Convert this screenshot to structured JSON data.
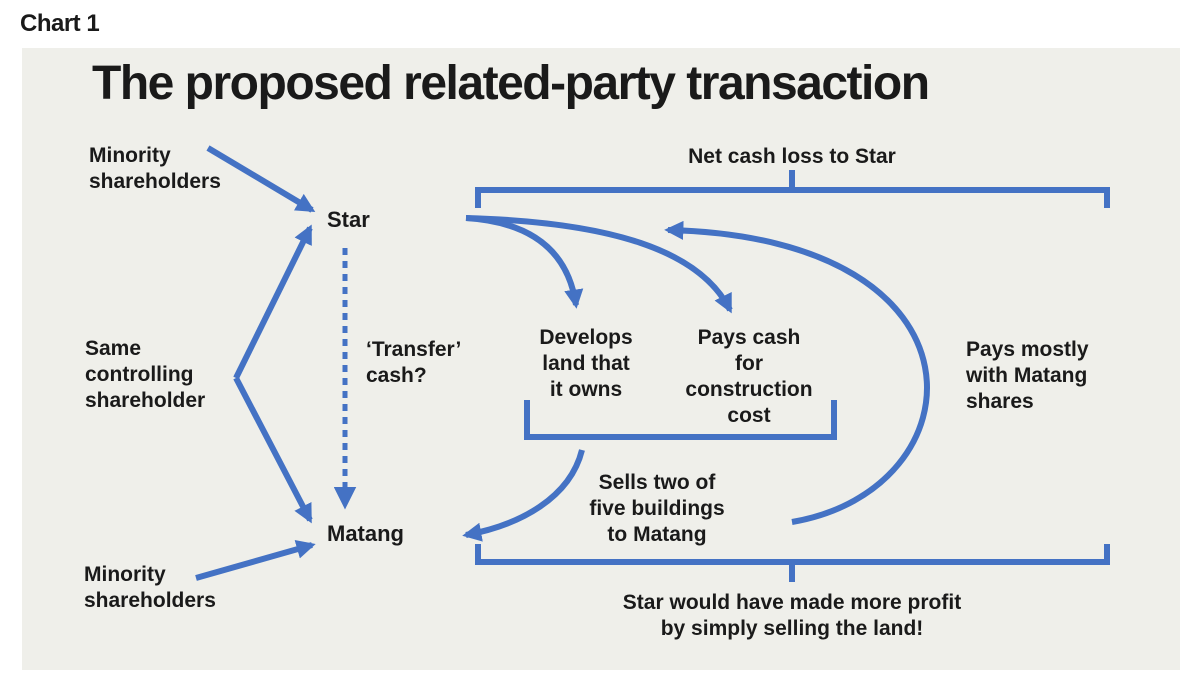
{
  "header": {
    "chart_tag": "Chart 1"
  },
  "title": "The proposed related-party transaction",
  "nodes": {
    "star": "Star",
    "matang": "Matang"
  },
  "labels": {
    "minority_top": [
      "Minority",
      "shareholders"
    ],
    "minority_bottom": [
      "Minority",
      "shareholders"
    ],
    "same_controlling": [
      "Same",
      "controlling",
      "shareholder"
    ],
    "transfer_cash": [
      "‘Transfer’",
      "cash?"
    ],
    "develops_land": [
      "Develops",
      "land that",
      "it owns"
    ],
    "pays_cash": [
      "Pays cash",
      "for",
      "construction",
      "cost"
    ],
    "pays_mostly": [
      "Pays mostly",
      "with Matang",
      "shares"
    ],
    "sells_two": [
      "Sells two of",
      "five buildings",
      "to Matang"
    ],
    "net_cash_loss": "Net cash loss to Star",
    "more_profit": [
      "Star would have made more profit",
      "by simply selling the land!"
    ]
  },
  "colors": {
    "arrow": "#4472c4",
    "panel": "#efefea",
    "text": "#1a1a1a"
  }
}
